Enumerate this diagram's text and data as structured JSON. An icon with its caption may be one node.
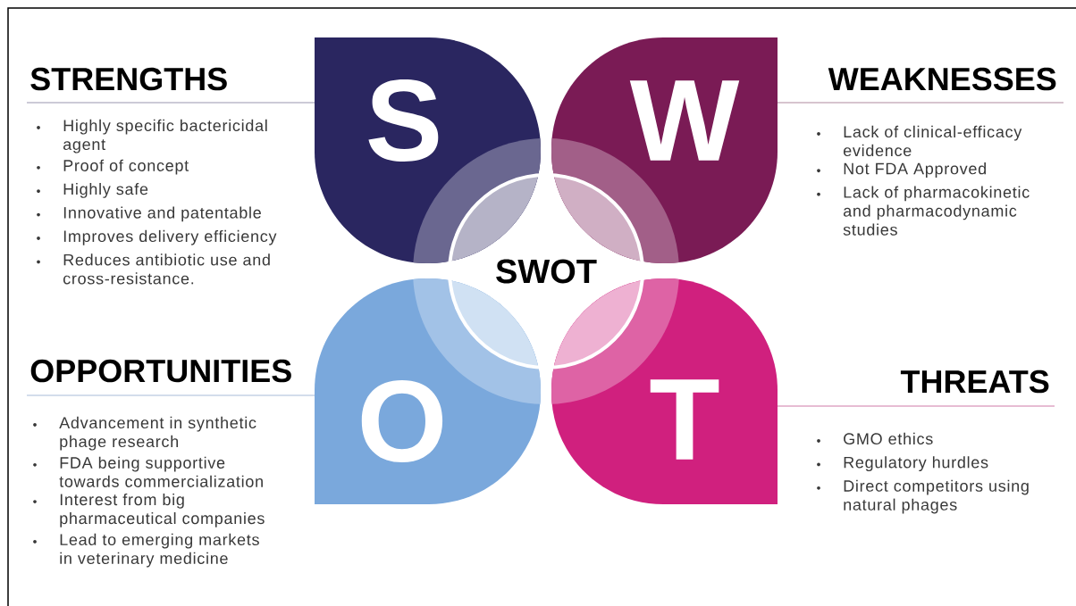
{
  "diagram": {
    "nodes": [
      {
        "text": [
          "S"
        ],
        "beside": [
          "STRENGTHS",
          "Highly specific bactericidal agent",
          "Proof of concept",
          "Highly safe",
          "Innovative and patentable",
          "Improves delivery efficiency",
          "Reduces antibiotic use and cross-resistance."
        ]
      },
      {
        "text": [
          "W"
        ],
        "beside": [
          "WEAKNESSES",
          "Lack of clinical-efficacy evidence",
          "Not FDA Approved",
          "Lack of pharmacokinetic and pharmacodynamic studies"
        ]
      },
      {
        "text": [
          "O"
        ],
        "beside": [
          "OPPORTUNITIES",
          "Advancement in synthetic phage research",
          "FDA being supportive towards commercialization",
          "Interest from big pharmaceutical companies",
          "Lead to emerging markets in veterinary medicine"
        ]
      },
      {
        "text": [
          "T"
        ],
        "beside": [
          "THREATS",
          "GMO ethics",
          "Regulatory hurdles",
          "Direct competitors using natural phages"
        ]
      },
      {
        "text": [
          "SWOT"
        ]
      }
    ]
  }
}
